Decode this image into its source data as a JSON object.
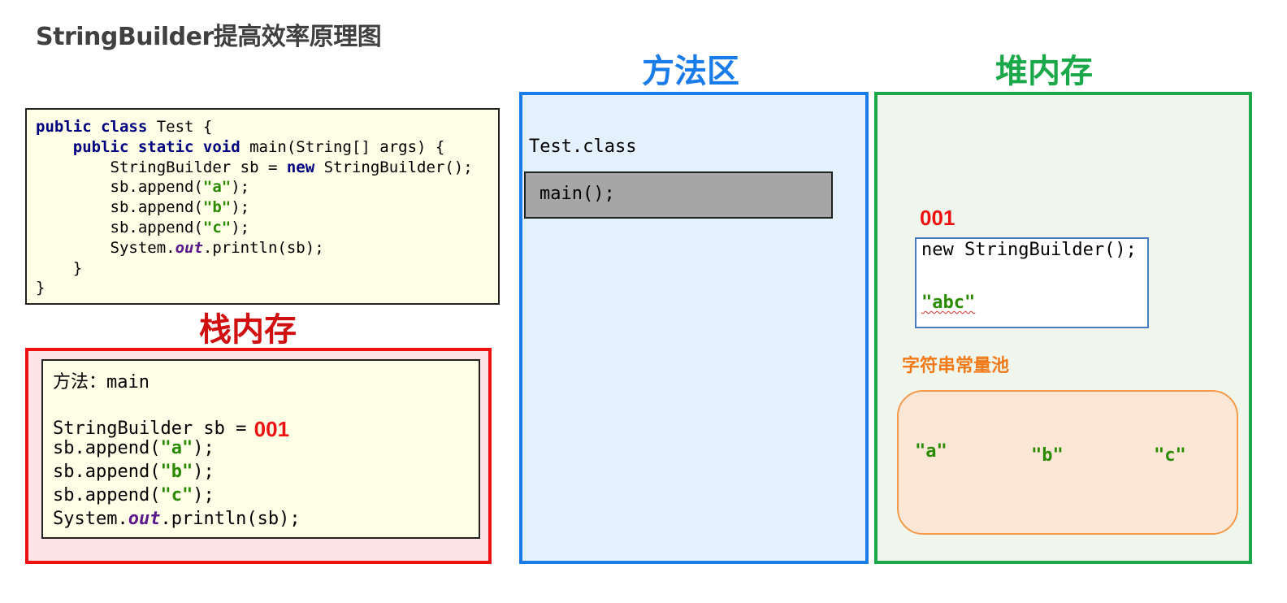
{
  "title": "StringBuilder提高效率原理图",
  "code": {
    "line1_kw": "public class",
    "line1_rest": " Test {",
    "line2_kw": "public static void",
    "line2_rest": " main(String[] args) {",
    "line3_pre": "StringBuilder sb = ",
    "line3_kw": "new",
    "line3_post": " StringBuilder();",
    "append_pre": "sb.append(",
    "append_post": ");",
    "str_a": "\"a\"",
    "str_b": "\"b\"",
    "str_c": "\"c\"",
    "print_pre": "System.",
    "print_field": "out",
    "print_post": ".println(sb);",
    "close_inner": "}",
    "close_outer": "}"
  },
  "stack": {
    "title": "栈内存",
    "method_label": "方法：main",
    "sb_decl": "StringBuilder sb = ",
    "sb_ref": "001",
    "append_pre": "sb.append(",
    "append_post": ");",
    "str_a": "\"a\"",
    "str_b": "\"b\"",
    "str_c": "\"c\"",
    "print_pre": "System.",
    "print_field": "out",
    "print_post": ".println(sb);"
  },
  "method_area": {
    "title": "方法区",
    "class_name": "Test.class",
    "method": "main();"
  },
  "heap": {
    "title": "堆内存",
    "address": "001",
    "object_new": "new StringBuilder();",
    "object_value": "\"abc\"",
    "pool_label": "字符串常量池",
    "pool_items": [
      "\"a\"",
      "\"b\"",
      "\"c\""
    ]
  },
  "colors": {
    "stack": "#ee1111",
    "method_area": "#1a7ce8",
    "heap": "#1aa84a",
    "pool": "#f59a4a"
  }
}
